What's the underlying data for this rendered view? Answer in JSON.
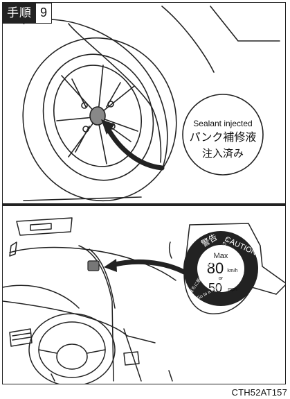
{
  "step": {
    "label": "手順",
    "number": "9"
  },
  "wheel_sticker": {
    "line1": "Sealant injected",
    "line2": "パンク補修液",
    "line3": "注入済み"
  },
  "caution_sticker": {
    "warning_jp": "警告",
    "warning_en": "CAUTION",
    "max_label": "Max",
    "speed_kmh": "80",
    "unit_kmh": "km/h",
    "or_label": "or",
    "speed_mph": "50",
    "unit_mph": "mph",
    "footer_jp": "直ちに販売店へ移動してください",
    "footer_en": "Go to a dealer immediately"
  },
  "figure_code": "CTH52AT157"
}
